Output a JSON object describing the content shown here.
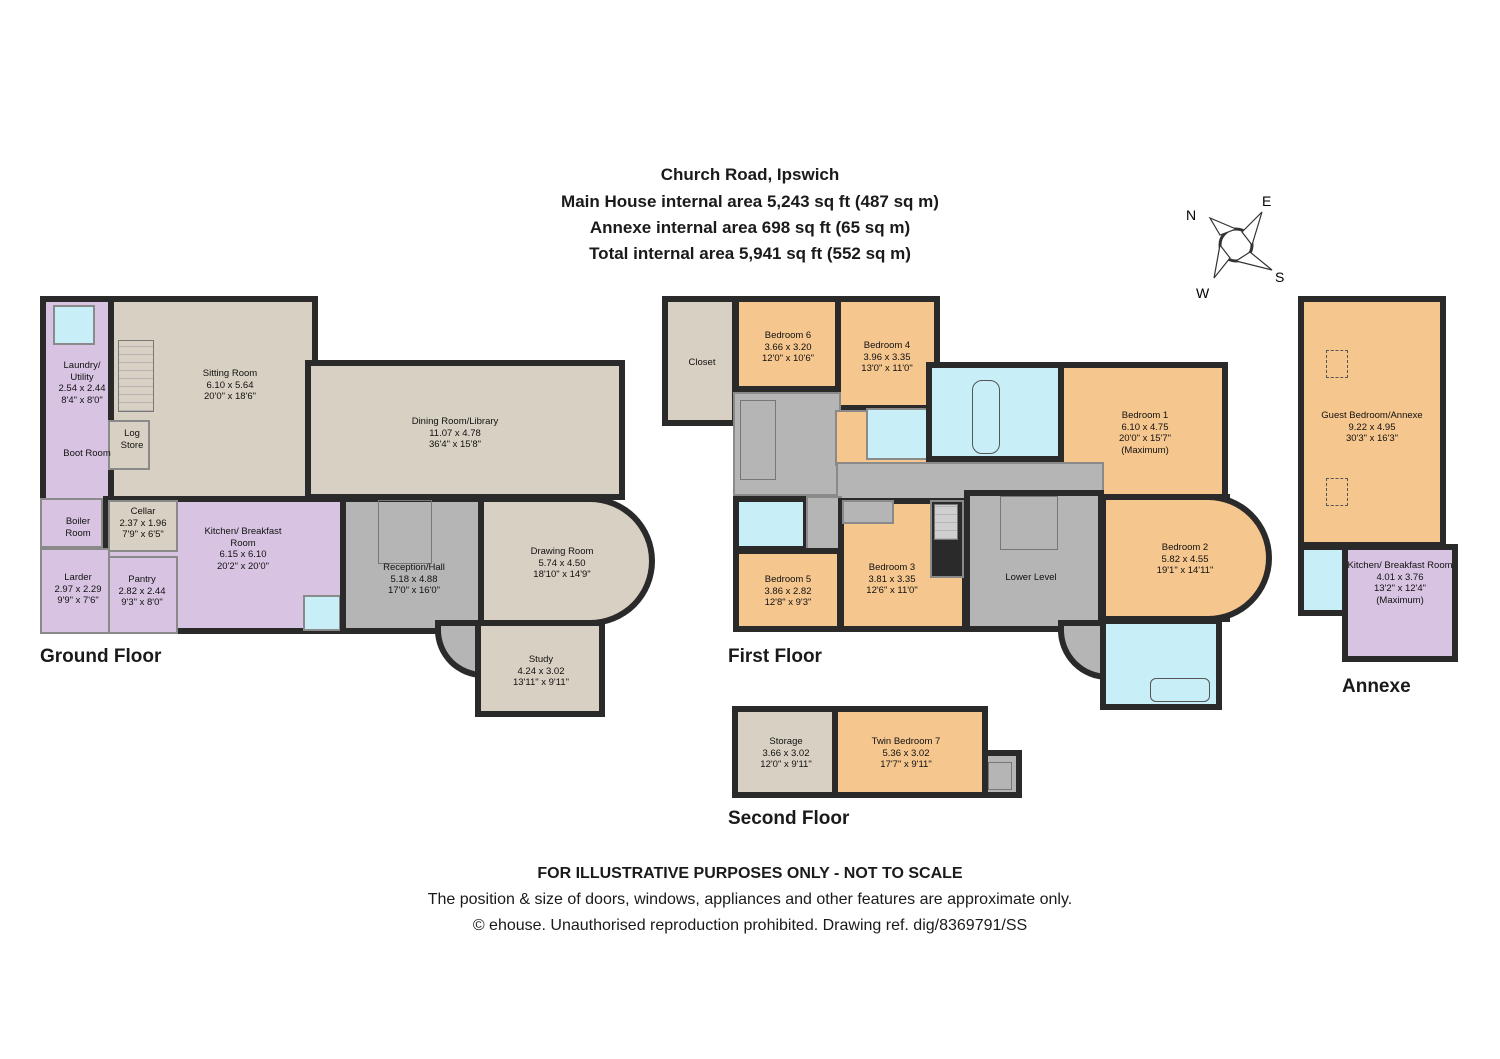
{
  "header": {
    "title": "Church Road, Ipswich",
    "main_house": "Main House internal area 5,243 sq ft (487 sq m)",
    "annexe": "Annexe internal area 698 sq ft (65 sq m)",
    "total": "Total internal area 5,941 sq ft (552 sq m)"
  },
  "compass": {
    "n": "N",
    "e": "E",
    "s": "S",
    "w": "W"
  },
  "floors": {
    "ground": "Ground Floor",
    "first": "First Floor",
    "second": "Second Floor",
    "annexe": "Annexe"
  },
  "rooms": {
    "laundry": {
      "name": "Laundry/ Utility",
      "metric": "2.54 x 2.44",
      "imperial": "8'4\" x 8'0\""
    },
    "boot": {
      "name": "Boot Room"
    },
    "log_store": {
      "name": "Log Store"
    },
    "boiler": {
      "name": "Boiler Room"
    },
    "sitting": {
      "name": "Sitting Room",
      "metric": "6.10 x 5.64",
      "imperial": "20'0\" x 18'6\""
    },
    "dining": {
      "name": "Dining Room/Library",
      "metric": "11.07 x 4.78",
      "imperial": "36'4\" x 15'8\""
    },
    "cellar": {
      "name": "Cellar",
      "metric": "2.37 x 1.96",
      "imperial": "7'9\" x 6'5\""
    },
    "kitchen": {
      "name": "Kitchen/ Breakfast Room",
      "metric": "6.15 x 6.10",
      "imperial": "20'2\" x 20'0\""
    },
    "larder": {
      "name": "Larder",
      "metric": "2.97 x 2.29",
      "imperial": "9'9\" x 7'6\""
    },
    "pantry": {
      "name": "Pantry",
      "metric": "2.82 x 2.44",
      "imperial": "9'3\" x 8'0\""
    },
    "reception": {
      "name": "Reception/Hall",
      "metric": "5.18 x 4.88",
      "imperial": "17'0\" x 16'0\""
    },
    "drawing": {
      "name": "Drawing Room",
      "metric": "5.74 x 4.50",
      "imperial": "18'10\" x 14'9\""
    },
    "study": {
      "name": "Study",
      "metric": "4.24 x 3.02",
      "imperial": "13'11\" x 9'11\""
    },
    "closet": {
      "name": "Closet"
    },
    "bed6": {
      "name": "Bedroom 6",
      "metric": "3.66 x 3.20",
      "imperial": "12'0\" x 10'6\""
    },
    "bed4": {
      "name": "Bedroom 4",
      "metric": "3.96 x 3.35",
      "imperial": "13'0\" x 11'0\""
    },
    "bed1": {
      "name": "Bedroom 1",
      "metric": "6.10 x 4.75",
      "imperial": "20'0\" x 15'7\"",
      "note": "(Maximum)"
    },
    "bed2": {
      "name": "Bedroom 2",
      "metric": "5.82 x 4.55",
      "imperial": "19'1\" x 14'11\""
    },
    "bed5": {
      "name": "Bedroom 5",
      "metric": "3.86 x 2.82",
      "imperial": "12'8\" x 9'3\""
    },
    "bed3": {
      "name": "Bedroom 3",
      "metric": "3.81 x 3.35",
      "imperial": "12'6\" x 11'0\""
    },
    "lower_level": {
      "name": "Lower Level"
    },
    "storage": {
      "name": "Storage",
      "metric": "3.66 x 3.02",
      "imperial": "12'0\" x 9'11\""
    },
    "twin7": {
      "name": "Twin Bedroom 7",
      "metric": "5.36 x 3.02",
      "imperial": "17'7\" x 9'11\""
    },
    "guest": {
      "name": "Guest Bedroom/Annexe",
      "metric": "9.22 x 4.95",
      "imperial": "30'3\" x 16'3\""
    },
    "annexe_kitchen": {
      "name": "Kitchen/ Breakfast Room",
      "metric": "4.01 x 3.76",
      "imperial": "13'2\" x 12'4\"",
      "note": "(Maximum)"
    }
  },
  "footer": {
    "disclaimer": "FOR ILLUSTRATIVE PURPOSES ONLY - NOT TO SCALE",
    "note": "The position & size of doors, windows, appliances and other features are approximate only.",
    "copyright": "© ehouse. Unauthorised reproduction prohibited. Drawing ref. dig/8369791/SS"
  },
  "colors": {
    "beige": "#d8d0c2",
    "grey": "#b5b5b5",
    "lilac": "#d8c4e2",
    "orange": "#f5c68e",
    "blue": "#c8eef8",
    "wall": "#2a2a2a"
  }
}
